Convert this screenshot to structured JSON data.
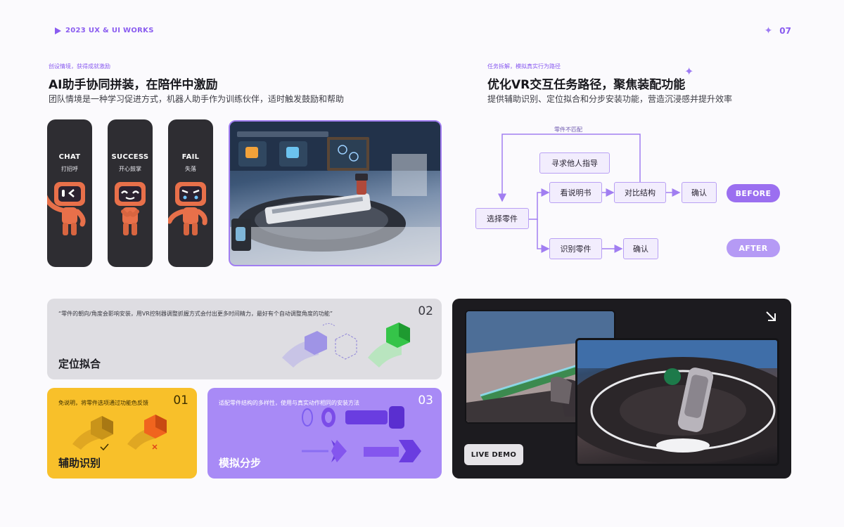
{
  "header": {
    "logo_text": "2023 UX & UI WORKS",
    "page_number": "07"
  },
  "left_section": {
    "eyebrow": "创设情境，获得成就激励",
    "title": "AI助手协同拼装，在陪伴中激励",
    "description": "团队情境是一种学习促进方式，机器人助手作为训练伙伴，适时触发鼓励和帮助",
    "robot_cards": [
      {
        "label": "CHAT",
        "sub": "打招呼"
      },
      {
        "label": "SUCCESS",
        "sub": "开心鼓掌"
      },
      {
        "label": "FAIL",
        "sub": "失落"
      }
    ]
  },
  "right_section": {
    "eyebrow": "任务拆解，模拟真实行为路径",
    "title": "优化VR交互任务路径，聚焦装配功能",
    "description": "提供辅助识别、定位拟合和分步安装功能，营造沉浸感并提升效率",
    "flow": {
      "mismatch_label": "零件不匹配",
      "select_part": "选择零件",
      "ask_guidance": "寻求他人指导",
      "read_manual": "看说明书",
      "compare_structure": "对比结构",
      "confirm_before": "确认",
      "identify_part": "识别零件",
      "confirm_after": "确认",
      "before_label": "BEFORE",
      "after_label": "AFTER"
    }
  },
  "cards": {
    "positioning": {
      "number": "02",
      "quote": "“零件的朝向/角度会影响安装，用VR控制器调整抓握方式会付出更多时间精力，最好有个自动调整角度的功能”",
      "title": "定位拟合"
    },
    "identification": {
      "number": "01",
      "quote": "免说明，将零件选项通过功能色反馈",
      "title": "辅助识别"
    },
    "simulation": {
      "number": "03",
      "quote": "适配零件结构的多样性，使用与真实动作相同的安装方法",
      "title": "模拟分步"
    }
  },
  "demo": {
    "button_label": "LIVE DEMO"
  },
  "colors": {
    "accent": "#8a5cf0",
    "yellow": "#f8c02a",
    "purple_card": "#a88af6",
    "gray_card": "#dedde2",
    "dark": "#1c1b1f"
  }
}
